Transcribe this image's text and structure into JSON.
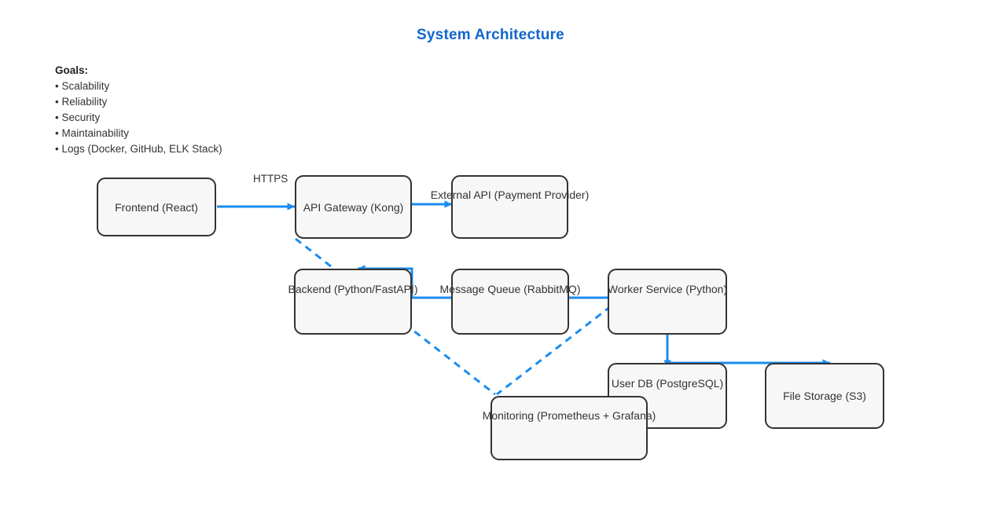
{
  "title": "System Architecture",
  "theme": {
    "title_color": "#1266cc",
    "edge_color": "#1a8cf0",
    "node_border": "#333333",
    "node_fill": "#f7f7f7",
    "text_color": "#333333"
  },
  "goals": {
    "heading": "Goals:",
    "items": [
      "• Scalability",
      "• Reliability",
      "• Security",
      "• Maintainability",
      "• Logs (Docker, GitHub, ELK Stack)"
    ]
  },
  "nodes": [
    {
      "id": "frontend",
      "label": "Frontend (React)"
    },
    {
      "id": "gateway",
      "label": "API Gateway (Kong)"
    },
    {
      "id": "external",
      "label": "External API (Payment Provider)"
    },
    {
      "id": "backend",
      "label": "Backend (Python/FastAPI)"
    },
    {
      "id": "queue",
      "label": "Message Queue (RabbitMQ)"
    },
    {
      "id": "worker",
      "label": "Worker Service (Python)"
    },
    {
      "id": "userdb",
      "label": "User DB (PostgreSQL)"
    },
    {
      "id": "filestore",
      "label": "File Storage (S3)"
    },
    {
      "id": "monitoring",
      "label": "Monitoring (Prometheus + Grafana)"
    }
  ],
  "edge_labels": {
    "https": "HTTPS"
  }
}
